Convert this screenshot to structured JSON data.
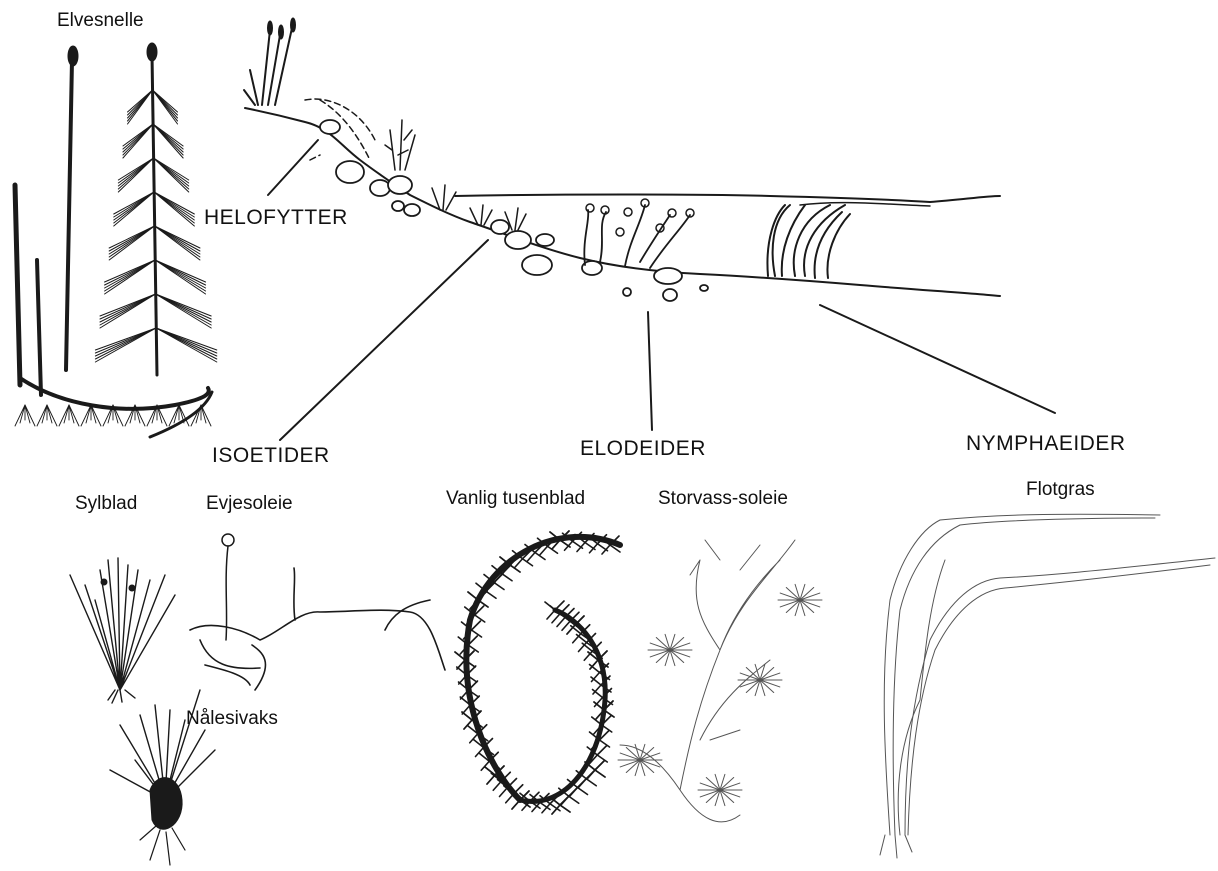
{
  "species": {
    "elvesnelle": "Elvesnelle",
    "sylblad": "Sylblad",
    "evjesoleie": "Evjesoleie",
    "nalesivaks": "Nålesivaks",
    "vanlig_tusenblad": "Vanlig tusenblad",
    "storvass_soleie": "Storvass-soleie",
    "flotgras": "Flotgras"
  },
  "groups": {
    "helofytter": "HELOFYTTER",
    "isoetider": "ISOETIDER",
    "elodeider": "ELODEIDER",
    "nymphaeider": "NYMPHAEIDER"
  }
}
